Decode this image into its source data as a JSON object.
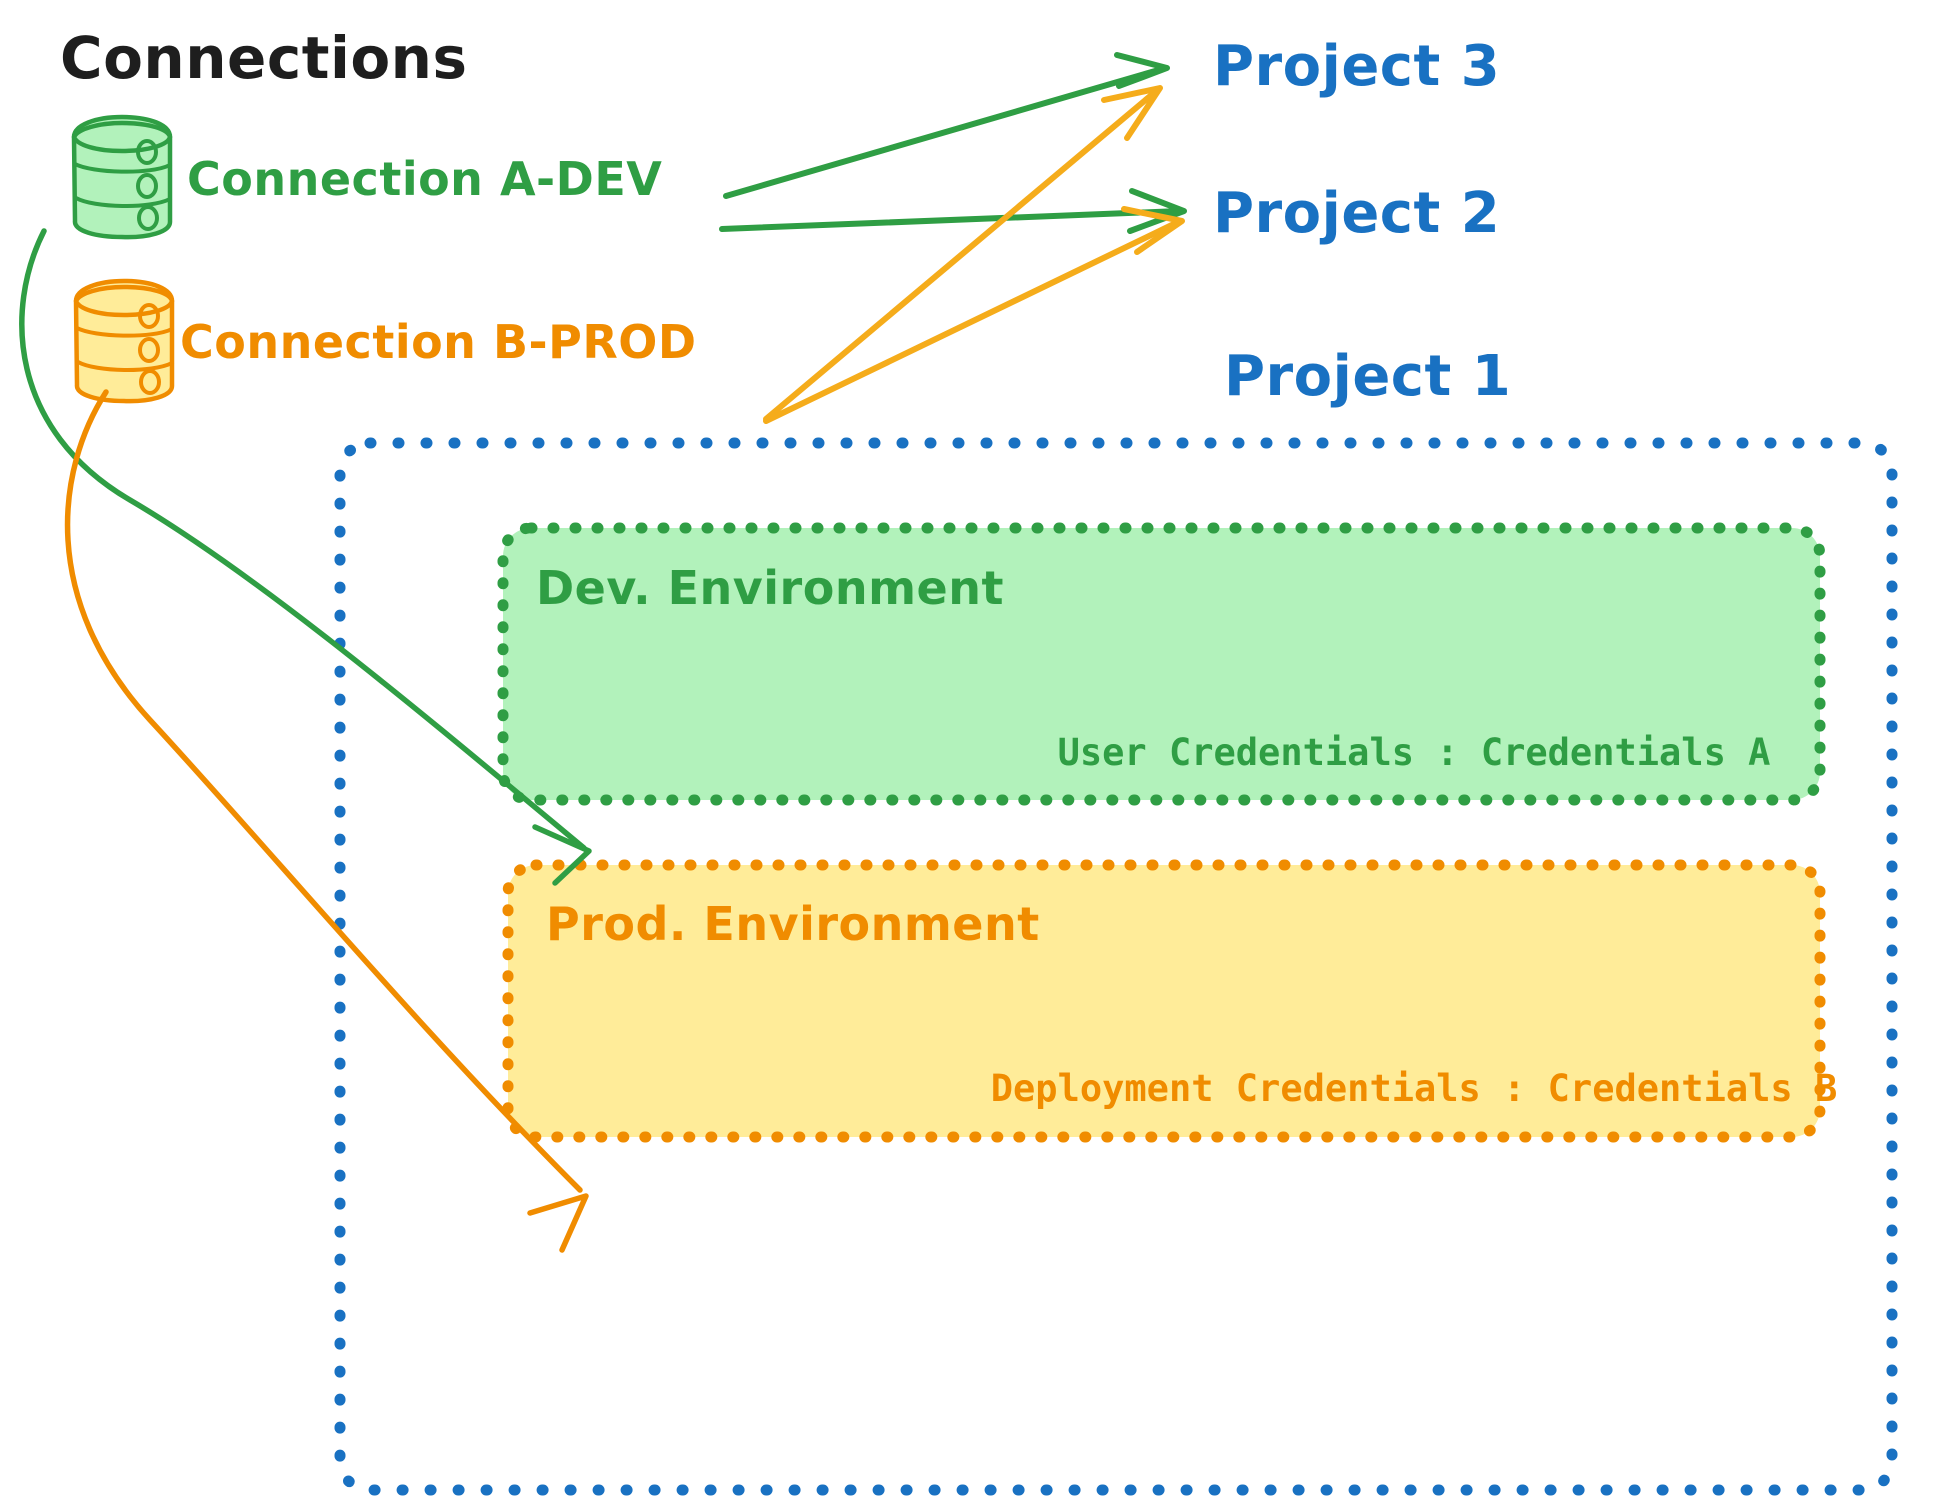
{
  "diagram": {
    "title": "Connections",
    "title_color": "#1e1e1e",
    "colors": {
      "green_stroke": "#2f9e44",
      "green_fill": "#b2f2bb",
      "orange_stroke": "#f08c00",
      "orange_arrow": "#f5ac1b",
      "orange_fill": "#ffec99",
      "blue_stroke": "#1971c2",
      "blue_text": "#1971c2"
    },
    "connections": [
      {
        "id": "connection-a-dev",
        "label": "Connection A-DEV",
        "color": "#2f9e44",
        "icon": "database-icon",
        "targets": [
          "Project 3",
          "Project 2",
          "Dev. Environment"
        ]
      },
      {
        "id": "connection-b-prod",
        "label": "Connection B-PROD",
        "color": "#f08c00",
        "icon": "database-icon",
        "targets": [
          "Project 3",
          "Project 2",
          "Prod. Environment"
        ]
      }
    ],
    "projects": [
      {
        "id": "project-3",
        "label": "Project 3"
      },
      {
        "id": "project-2",
        "label": "Project 2"
      },
      {
        "id": "project-1",
        "label": "Project 1"
      }
    ],
    "project_1_container": {
      "label": "Project 1",
      "border_style": "dotted",
      "border_color": "#1971c2",
      "environments": [
        {
          "id": "dev-environment",
          "title": "Dev. Environment",
          "credentials_label": "User Credentials",
          "credentials_separator": ":",
          "credentials_value": "Credentials A",
          "credentials_line": "User Credentials : Credentials A",
          "fill": "#b2f2bb",
          "stroke": "#2f9e44"
        },
        {
          "id": "prod-environment",
          "title": "Prod. Environment",
          "credentials_label": "Deployment Credentials",
          "credentials_separator": ":",
          "credentials_value": "Credentials B",
          "credentials_line": "Deployment Credentials : Credentials B",
          "fill": "#ffec99",
          "stroke": "#f08c00"
        }
      ]
    }
  }
}
